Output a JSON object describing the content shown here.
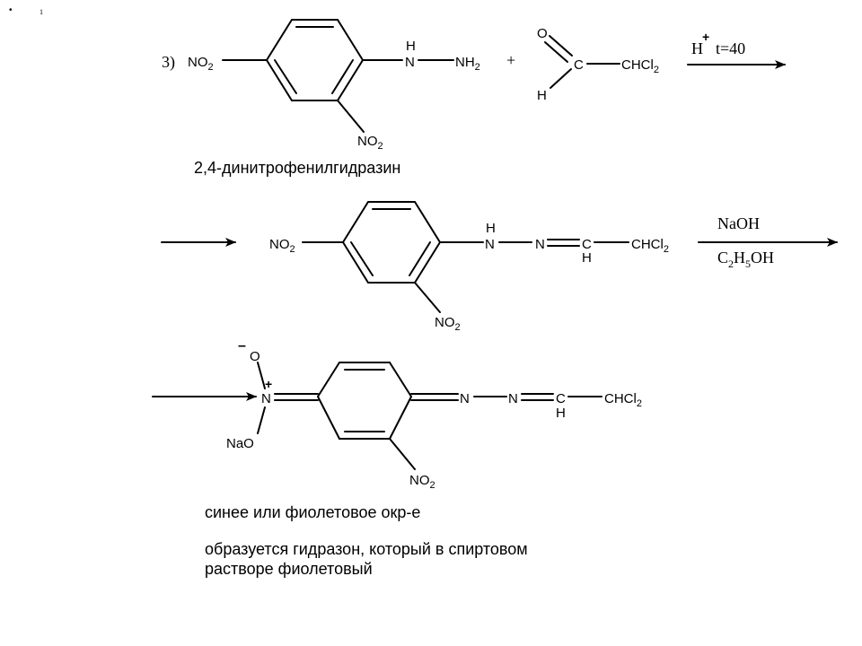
{
  "page_marks": {
    "dot": "•",
    "number": "1"
  },
  "step_label": "3)",
  "reactant1": {
    "group_no2_left": "NO",
    "group_no2_bottom": "NO",
    "sub_2": "2",
    "nh_h": "H",
    "nh_n": "N",
    "nh2": "NH",
    "name": "2,4-динитрофенилгидразин"
  },
  "plus": "+",
  "reactant2": {
    "o": "O",
    "c": "C",
    "h": "H",
    "chcl": "CHCl",
    "sub_2": "2"
  },
  "conditions1": {
    "h": "H",
    "charge": "+",
    "temp": "t=40"
  },
  "intermediate": {
    "no2_left": "NO",
    "no2_bottom": "NO",
    "sub_2": "2",
    "nh_h": "H",
    "nh_n": "N",
    "n": "N",
    "c": "C",
    "ch_h": "H",
    "chcl": "CHCl"
  },
  "conditions2": {
    "top": "NaOH",
    "bottom_c": "C",
    "bottom_2": "2",
    "bottom_h": "H",
    "bottom_5": "5",
    "bottom_oh": "OH"
  },
  "product": {
    "minus": "–",
    "o_top": "O",
    "plus_charge": "+",
    "n_plus": "N",
    "nao": "NaO",
    "n1": "N",
    "n2": "N",
    "c": "C",
    "ch_h": "H",
    "chcl": "CHCl",
    "sub_2": "2",
    "no2_bottom": "NO"
  },
  "notes": {
    "line1": "синее или фиолетовое окр-е",
    "line2": "образуется гидразон, который в спиртовом",
    "line3": "растворе фиолетовый"
  }
}
